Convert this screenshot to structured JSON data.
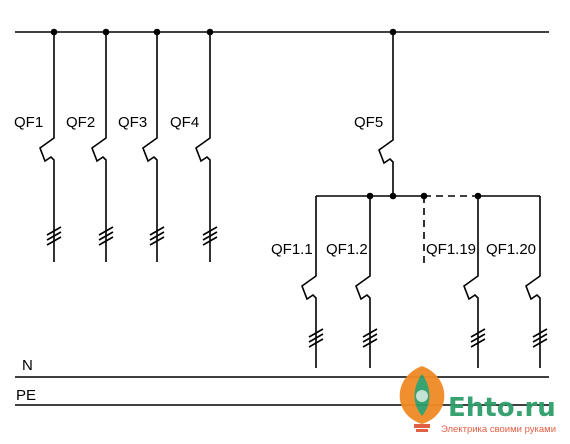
{
  "diagram": {
    "breakers_main": [
      {
        "label": "QF1"
      },
      {
        "label": "QF2"
      },
      {
        "label": "QF3"
      },
      {
        "label": "QF4"
      }
    ],
    "breaker_group_feed": {
      "label": "QF5"
    },
    "breakers_group": [
      {
        "label": "QF1.1"
      },
      {
        "label": "QF1.2"
      },
      {
        "label": "QF1.19"
      },
      {
        "label": "QF1.20"
      }
    ],
    "buses": {
      "neutral": "N",
      "protective_earth": "PE"
    }
  },
  "watermark": {
    "brand": "Ehto.ru",
    "tagline": "Электрика своими руками",
    "colors": {
      "green": "#2e9f6a",
      "orange": "#f08a24",
      "red": "#e0573a"
    }
  }
}
